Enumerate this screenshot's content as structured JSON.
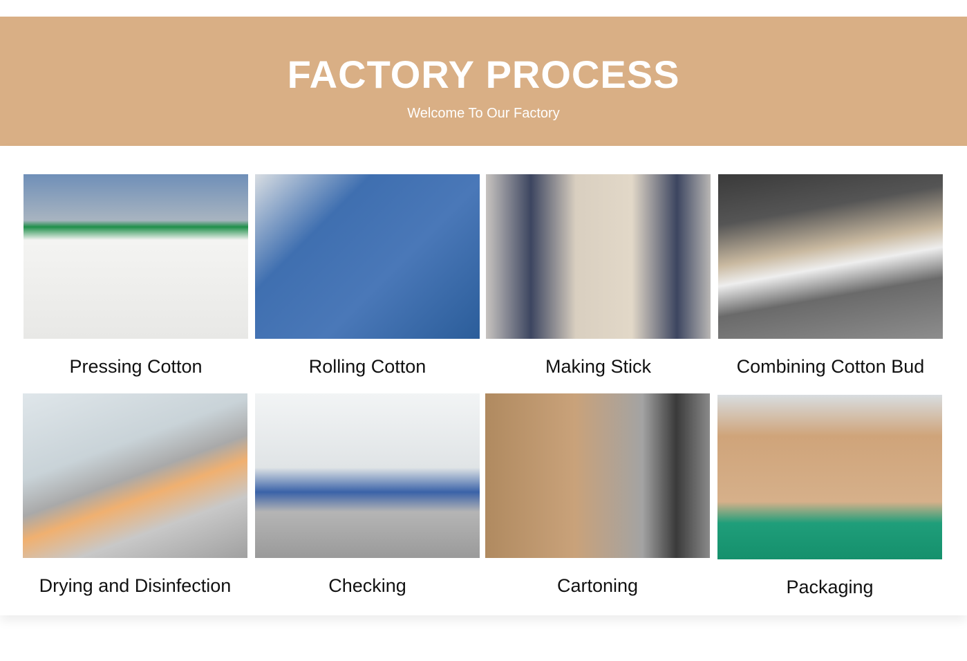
{
  "header": {
    "title": "FACTORY PROCESS",
    "subtitle": "Welcome To Our Factory"
  },
  "colors": {
    "banner": "#d9af85"
  },
  "steps": [
    {
      "label": "Pressing Cotton",
      "image": "cotton-pressing-machine-photo"
    },
    {
      "label": "Rolling Cotton",
      "image": "cotton-rolling-machine-photo"
    },
    {
      "label": "Making Stick",
      "image": "stick-making-machine-photo"
    },
    {
      "label": "Combining Cotton Bud",
      "image": "cotton-bud-combining-photo"
    },
    {
      "label": "Drying and Disinfection",
      "image": "drying-disinfection-photo"
    },
    {
      "label": "Checking",
      "image": "checking-workshop-photo"
    },
    {
      "label": "Cartoning",
      "image": "cartoning-machine-photo"
    },
    {
      "label": "Packaging",
      "image": "packaging-warehouse-photo"
    }
  ]
}
